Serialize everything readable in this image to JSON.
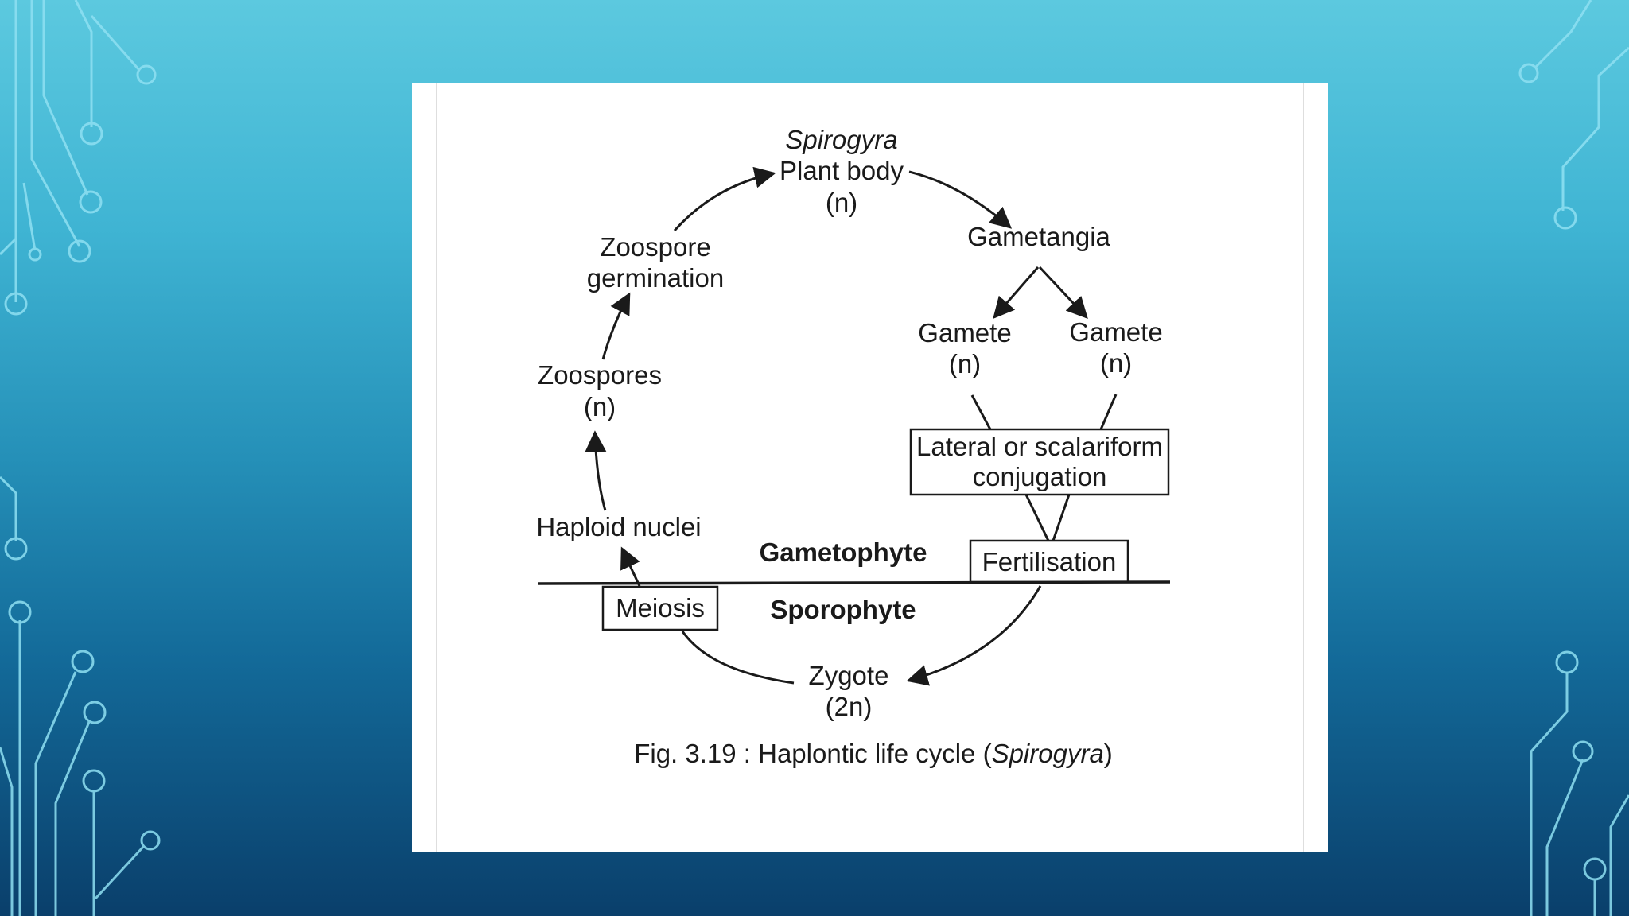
{
  "diagram": {
    "top": {
      "organism": "Spirogyra",
      "body": "Plant body",
      "ploidy": "(n)"
    },
    "gametangia": "Gametangia",
    "gamete_left": {
      "label": "Gamete",
      "ploidy": "(n)"
    },
    "gamete_right": {
      "label": "Gamete",
      "ploidy": "(n)"
    },
    "conjugation": {
      "line1": "Lateral or scalariform",
      "line2": "conjugation"
    },
    "fertilisation": "Fertilisation",
    "gametophyte": "Gametophyte",
    "sporophyte": "Sporophyte",
    "zygote": {
      "label": "Zygote",
      "ploidy": "(2n)"
    },
    "meiosis": "Meiosis",
    "haploid_nuclei": "Haploid nuclei",
    "zoospores": {
      "label": "Zoospores",
      "ploidy": "(n)"
    },
    "zoospore_germination": {
      "line1": "Zoospore",
      "line2": "germination"
    },
    "caption": {
      "prefix": "Fig. 3.19 : Haplontic life cycle (",
      "organism": "Spirogyra",
      "suffix": ")"
    }
  },
  "colors": {
    "background_top": "#5cc9df",
    "background_bottom": "#0a3f6b",
    "circuit_lines": "#7fdcf0",
    "panel": "#ffffff",
    "ink": "#1a1a1a"
  }
}
